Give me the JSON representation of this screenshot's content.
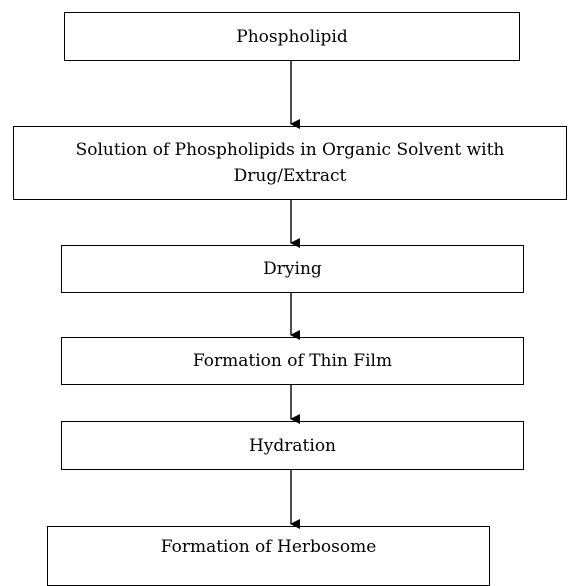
{
  "colors": {
    "stroke": "#000000",
    "background": "#ffffff"
  },
  "steps": [
    {
      "label": "Phospholipid"
    },
    {
      "label": "Solution of Phospholipids in Organic Solvent with Drug/Extract"
    },
    {
      "label": "Drying"
    },
    {
      "label": "Formation of Thin Film"
    },
    {
      "label": "Hydration"
    },
    {
      "label": "Formation of Herbosome"
    }
  ]
}
